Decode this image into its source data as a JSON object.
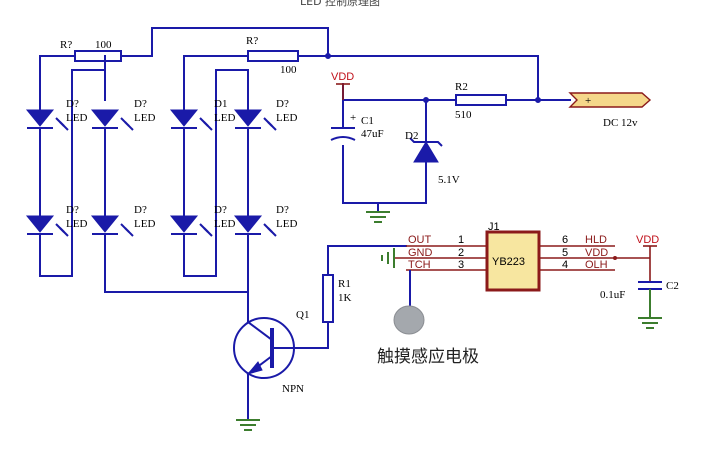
{
  "top_title_fragment": "LED 控制原理图",
  "resistors": {
    "r_top_left": {
      "ref": "R?",
      "value": "100"
    },
    "r_top_mid": {
      "ref": "R?",
      "value": "100"
    },
    "r2": {
      "ref": "R2",
      "value": "510"
    },
    "r1": {
      "ref": "R1",
      "value": "1K"
    }
  },
  "leds": {
    "row1": [
      {
        "ref": "D?",
        "type": "LED"
      },
      {
        "ref": "D?",
        "type": "LED"
      },
      {
        "ref": "D1",
        "type": "LED"
      },
      {
        "ref": "D?",
        "type": "LED"
      }
    ],
    "row2": [
      {
        "ref": "D?",
        "type": "LED"
      },
      {
        "ref": "D?",
        "type": "LED"
      },
      {
        "ref": "D?",
        "type": "LED"
      },
      {
        "ref": "D?",
        "type": "LED"
      }
    ]
  },
  "vdd_label": "VDD",
  "c1": {
    "ref": "C1",
    "value": "47uF",
    "polarity": "+"
  },
  "d2": {
    "ref": "D2",
    "value": "5.1V"
  },
  "connector": {
    "symbol": "+",
    "label": "DC 12v"
  },
  "transistor": {
    "ref": "Q1",
    "type": "NPN"
  },
  "ic": {
    "ref": "J1",
    "part": "YB223",
    "left_pins": [
      {
        "name": "OUT",
        "num": "1"
      },
      {
        "name": "GND",
        "num": "2"
      },
      {
        "name": "TCH",
        "num": "3"
      }
    ],
    "right_pins": [
      {
        "name": "HLD",
        "num": "6"
      },
      {
        "name": "VDD",
        "num": "5"
      },
      {
        "name": "OLH",
        "num": "4"
      }
    ]
  },
  "c2": {
    "ref": "C2",
    "value": "0.1uF"
  },
  "vdd_label_right": "VDD",
  "touch_electrode_label": "触摸感应电极"
}
